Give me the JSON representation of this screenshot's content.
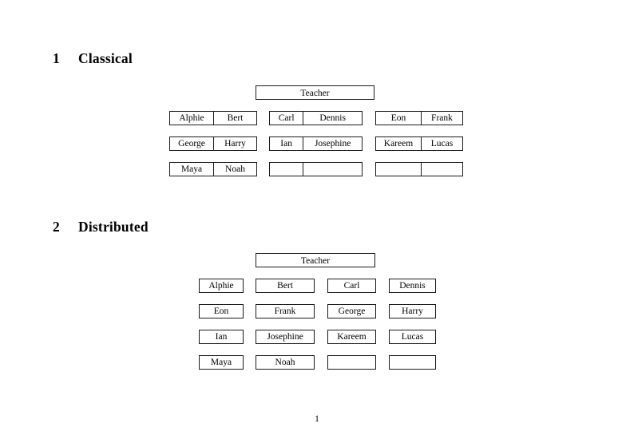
{
  "document": {
    "page_number": "1"
  },
  "sections": [
    {
      "number": "1",
      "title": "Classical",
      "teacher_label": "Teacher",
      "layout": "grouped-pairs",
      "groups": [
        {
          "column": 1,
          "rows": [
            {
              "cells": [
                "Alphie",
                "Bert"
              ]
            },
            {
              "cells": [
                "George",
                "Harry"
              ]
            },
            {
              "cells": [
                "Maya",
                "Noah"
              ]
            }
          ]
        },
        {
          "column": 2,
          "rows": [
            {
              "cells": [
                "Carl",
                "Dennis"
              ]
            },
            {
              "cells": [
                "Ian",
                "Josephine"
              ]
            },
            {
              "cells": [
                "",
                ""
              ]
            }
          ]
        },
        {
          "column": 3,
          "rows": [
            {
              "cells": [
                "Eon",
                "Frank"
              ]
            },
            {
              "cells": [
                "Kareem",
                "Lucas"
              ]
            },
            {
              "cells": [
                "",
                ""
              ]
            }
          ]
        }
      ]
    },
    {
      "number": "2",
      "title": "Distributed",
      "teacher_label": "Teacher",
      "layout": "single-cells",
      "rows": [
        {
          "cells": [
            "Alphie",
            "Bert",
            "Carl",
            "Dennis"
          ]
        },
        {
          "cells": [
            "Eon",
            "Frank",
            "George",
            "Harry"
          ]
        },
        {
          "cells": [
            "Ian",
            "Josephine",
            "Kareem",
            "Lucas"
          ]
        },
        {
          "cells": [
            "Maya",
            "Noah",
            "",
            ""
          ]
        }
      ]
    }
  ],
  "colors": {
    "page_background": "#ffffff",
    "text": "#000000",
    "box_border": "#1a1a1a"
  }
}
